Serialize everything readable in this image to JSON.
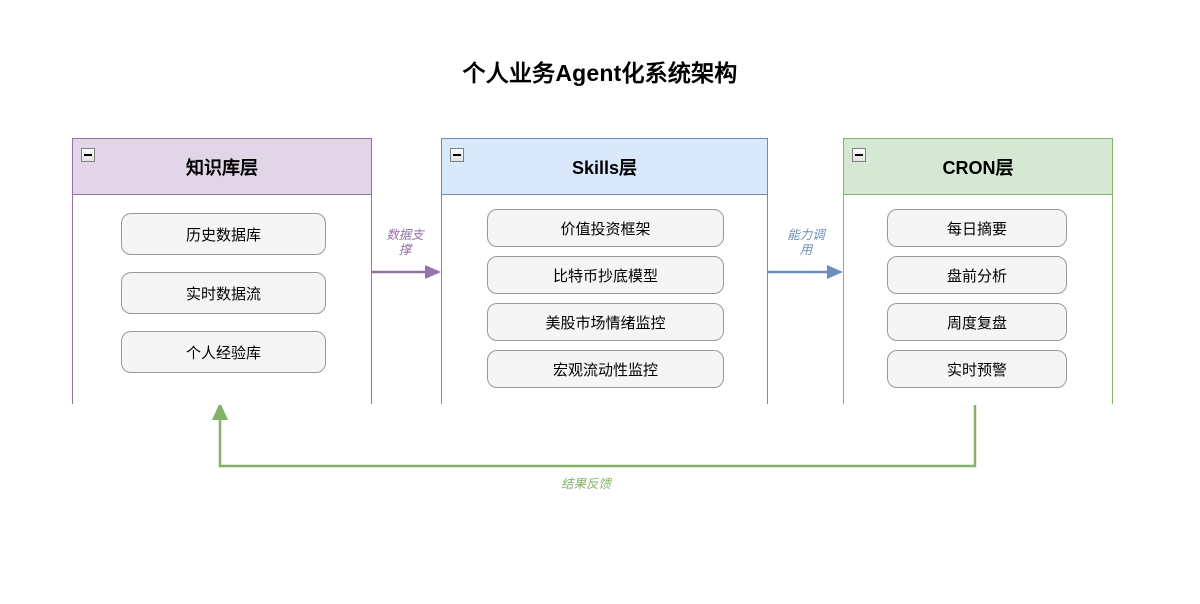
{
  "title": "个人业务Agent化系统架构",
  "colors": {
    "knowledge_accent": "#9673a6",
    "knowledge_fill": "#e1d5e7",
    "skills_accent": "#6c8ebf",
    "skills_fill": "#dae8fc",
    "cron_accent": "#82b366",
    "cron_fill": "#d5e8d4",
    "item_fill": "#f5f5f5",
    "item_border": "#999999",
    "text": "#000000"
  },
  "lanes": [
    {
      "id": "knowledge",
      "header": "知识库层",
      "collapse_icon": "minus-square-icon",
      "items": [
        {
          "label": "历史数据库"
        },
        {
          "label": "实时数据流"
        },
        {
          "label": "个人经验库"
        }
      ]
    },
    {
      "id": "skills",
      "header": "Skills层",
      "collapse_icon": "minus-square-icon",
      "items": [
        {
          "label": "价值投资框架"
        },
        {
          "label": "比特币抄底模型"
        },
        {
          "label": "美股市场情绪监控"
        },
        {
          "label": "宏观流动性监控"
        }
      ]
    },
    {
      "id": "cron",
      "header": "CRON层",
      "collapse_icon": "minus-square-icon",
      "items": [
        {
          "label": "每日摘要"
        },
        {
          "label": "盘前分析"
        },
        {
          "label": "周度复盘"
        },
        {
          "label": "实时预警"
        }
      ]
    }
  ],
  "edges": [
    {
      "id": "data-support",
      "label": "数据支\n撑",
      "from": "knowledge",
      "to": "skills",
      "color": "#9673a6"
    },
    {
      "id": "capability-call",
      "label": "能力调\n用",
      "from": "skills",
      "to": "cron",
      "color": "#6c8ebf"
    },
    {
      "id": "result-feedback",
      "label": "结果反馈",
      "from": "cron",
      "to": "knowledge",
      "color": "#82b366"
    }
  ]
}
